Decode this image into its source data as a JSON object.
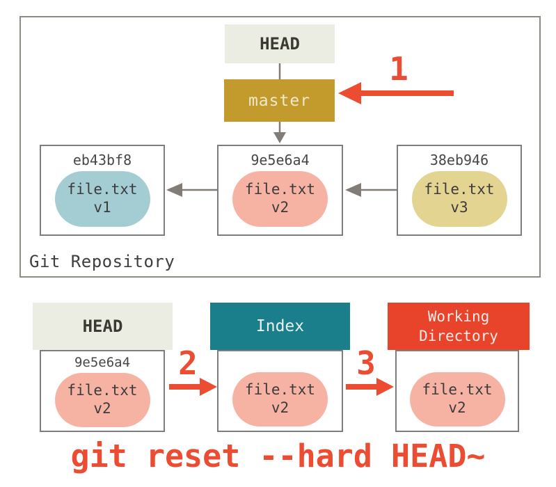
{
  "colors": {
    "red_accent": "#ec4c31",
    "working_dir_red": "#e8432b",
    "index_teal": "#1a7f8b",
    "branch_gold": "#c39b2c",
    "head_bg": "#ecede2",
    "pill_blue": "#a4cdd3",
    "pill_salmon": "#f6b3a4",
    "pill_khaki": "#e3d492",
    "box_border_gray": "#7d7d7d",
    "connector_gray": "#817d76"
  },
  "repository": {
    "label": "Git Repository",
    "head": {
      "label": "HEAD"
    },
    "branch": {
      "label": "master"
    },
    "commits": [
      {
        "hash": "eb43bf8",
        "file": "file.txt",
        "version": "v1"
      },
      {
        "hash": "9e5e6a4",
        "file": "file.txt",
        "version": "v2"
      },
      {
        "hash": "38eb946",
        "file": "file.txt",
        "version": "v3"
      }
    ]
  },
  "steps": [
    {
      "label": "1"
    },
    {
      "label": "2"
    },
    {
      "label": "3"
    }
  ],
  "bottom": {
    "head": {
      "title": "HEAD",
      "hash": "9e5e6a4",
      "file": "file.txt",
      "version": "v2"
    },
    "index": {
      "title": "Index",
      "file": "file.txt",
      "version": "v2"
    },
    "working_directory": {
      "title_line1": "Working",
      "title_line2": "Directory",
      "file": "file.txt",
      "version": "v2"
    }
  },
  "caption": "git reset --hard HEAD~"
}
